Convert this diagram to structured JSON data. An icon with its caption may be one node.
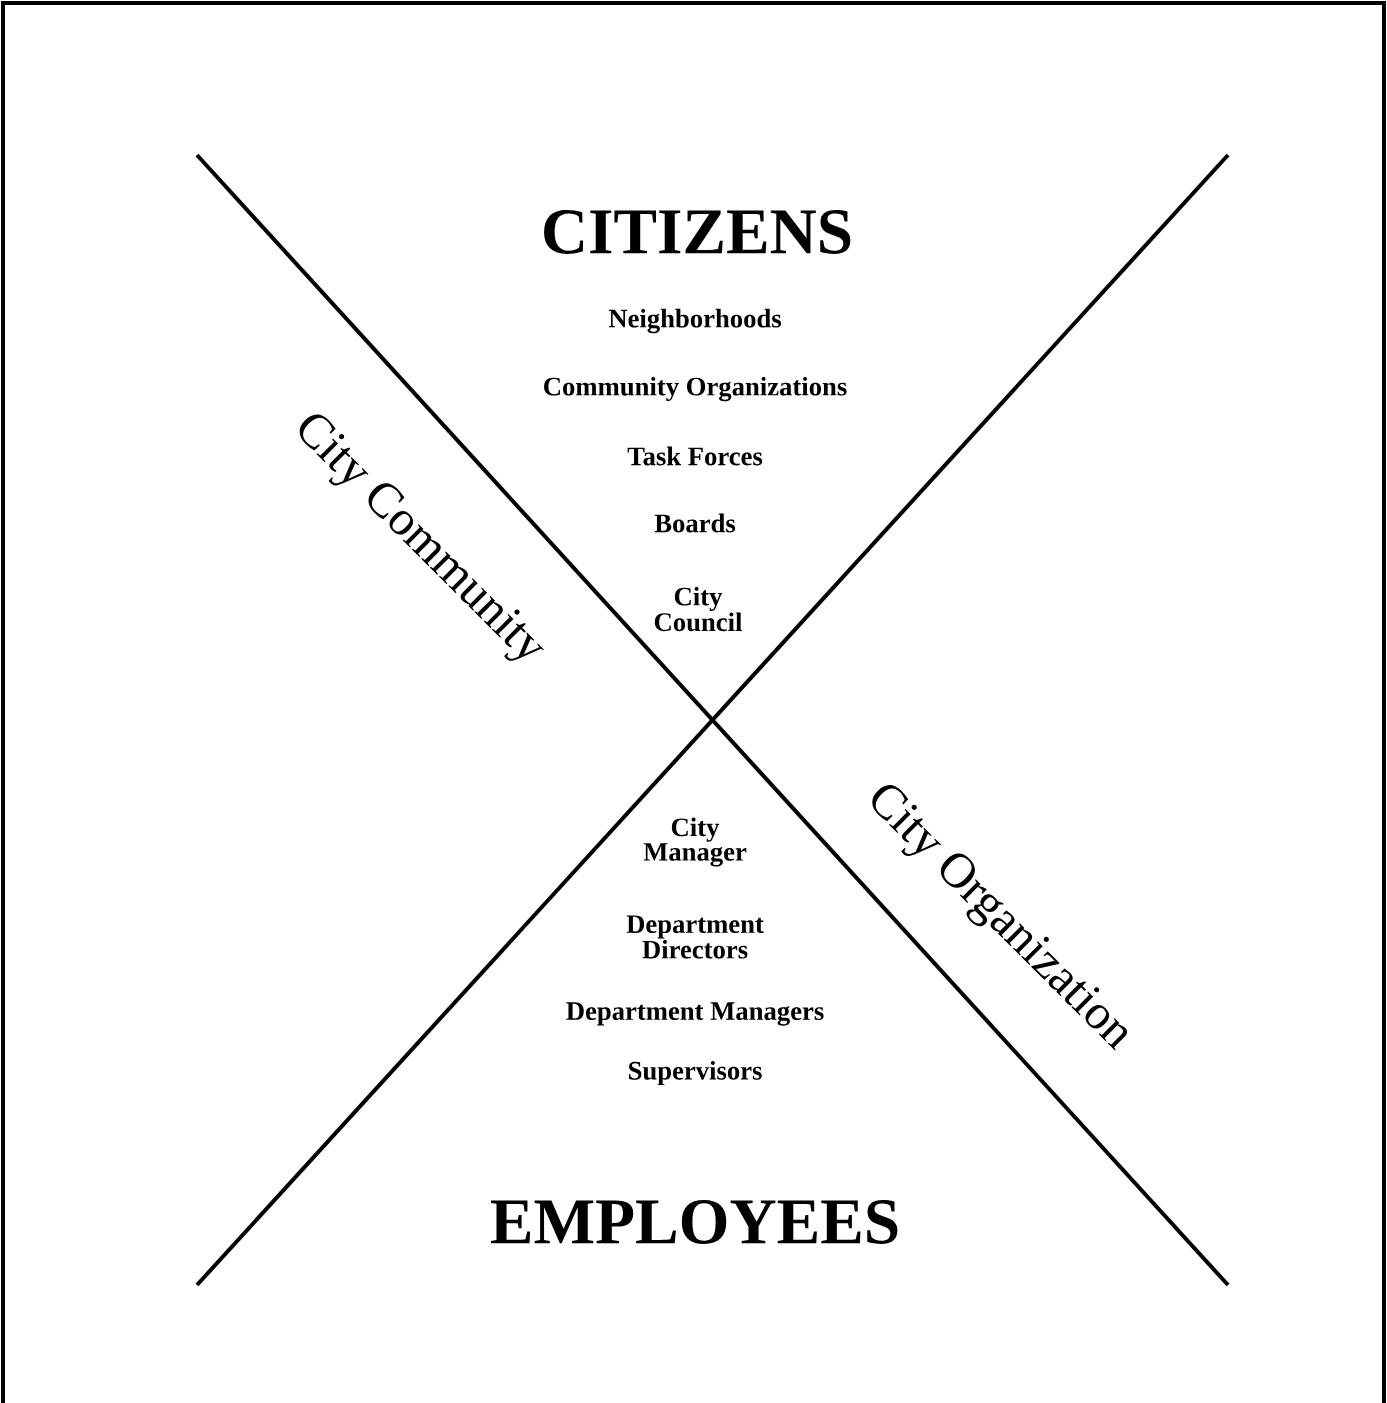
{
  "diagram": {
    "labels": [
      "CITIZENS",
      "Neighborhoods",
      "Community Organizations",
      "Task Forces",
      "Boards",
      "City Council",
      "City Community",
      "City Organization",
      "City Manager",
      "Department Directors",
      "Department Managers",
      "Supervisors",
      "EMPLOYEES"
    ]
  }
}
